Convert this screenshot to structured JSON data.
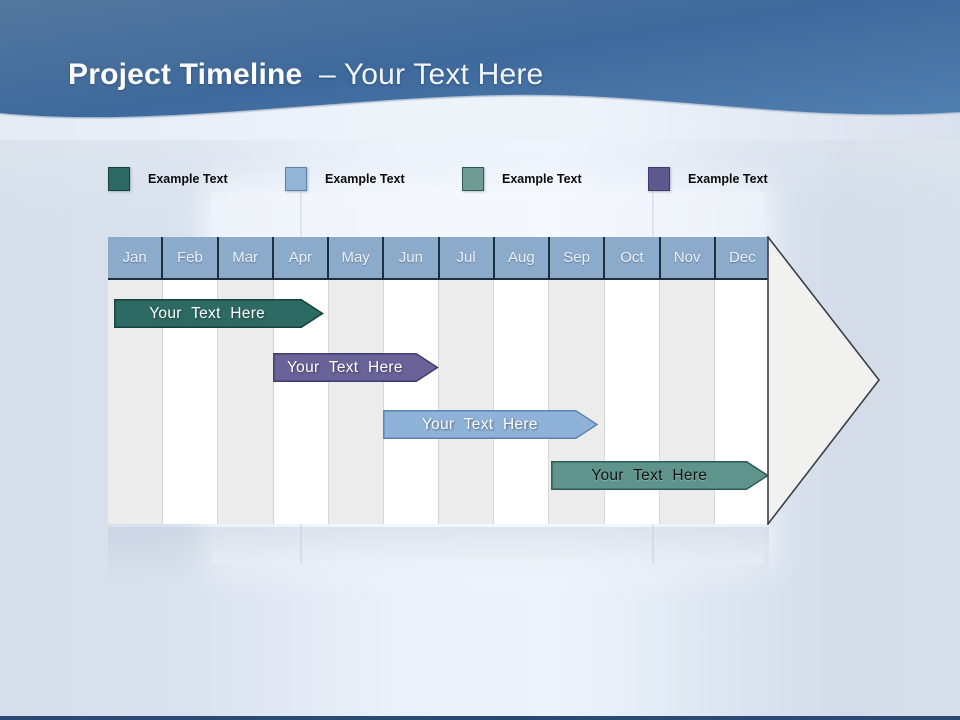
{
  "header": {
    "title_bold": "Project Timeline",
    "title_rest": "– Your Text Here"
  },
  "legend": {
    "items": [
      {
        "label": "Example Text",
        "color": "#2d6a63",
        "border": "#16423c"
      },
      {
        "label": "Example Text",
        "color": "#92b4d7",
        "border": "#5d83ad"
      },
      {
        "label": "Example Text",
        "color": "#6d9c93",
        "border": "#2d5a53"
      },
      {
        "label": "Example Text",
        "color": "#5f5990",
        "border": "#3f3a6e"
      }
    ]
  },
  "timeline": {
    "months": [
      "Jan",
      "Feb",
      "Mar",
      "Apr",
      "May",
      "Jun",
      "Jul",
      "Aug",
      "Sep",
      "Oct",
      "Nov",
      "Dec"
    ],
    "month_header_color": "#8caac9",
    "stripe_colors": [
      "#ececec",
      "#ffffff"
    ],
    "arrowhead_fill": "#f1f1f0",
    "arrowhead_stroke": "#3a3f47",
    "bars": [
      {
        "label": "Your Text Here",
        "start_month": 0.1,
        "end_month": 3.9,
        "fill": "#2d6a63",
        "stroke": "#16423c",
        "text_color": "#ffffff"
      },
      {
        "label": "Your Text Here",
        "start_month": 3.0,
        "end_month": 6.0,
        "fill": "#696399",
        "stroke": "#413c70",
        "text_color": "#ffffff"
      },
      {
        "label": "Your Text Here",
        "start_month": 5.0,
        "end_month": 8.9,
        "fill": "#8fb2d8",
        "stroke": "#5d83ad",
        "text_color": "#fdfdfd"
      },
      {
        "label": "Your Text Here",
        "start_month": 8.05,
        "end_month": 12.0,
        "fill": "#5f948c",
        "stroke": "#2d5a53",
        "text_color": "#111111"
      }
    ]
  },
  "colors": {
    "header_blue_dark": "#3e699c",
    "header_blue_light": "#5583b4",
    "bottom_bar": "#2b4a73"
  }
}
